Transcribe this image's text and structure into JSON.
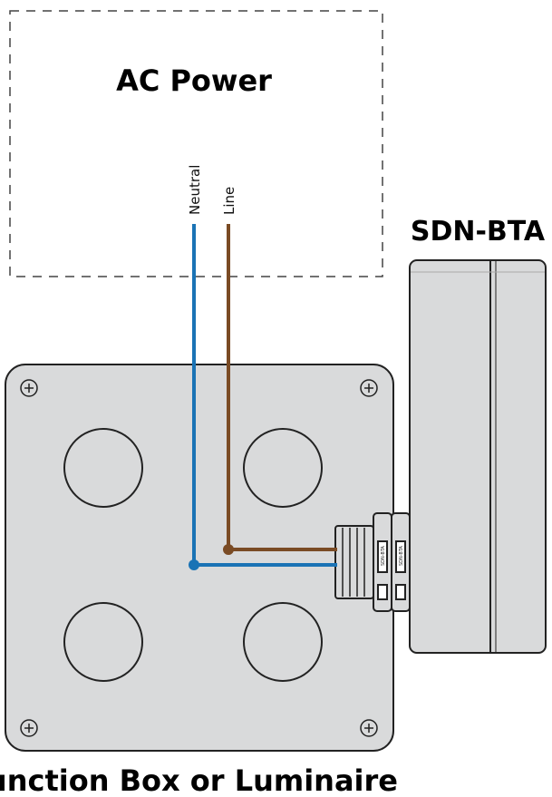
{
  "ac_power": {
    "title": "AC Power",
    "wires": {
      "neutral": {
        "label": "Neutral",
        "color": "#1a73b5"
      },
      "line": {
        "label": "Line",
        "color": "#7a4b24"
      }
    }
  },
  "device": {
    "title": "SDN-BTA",
    "connector_text": "SDN-BTA"
  },
  "junction_box": {
    "title": "Junction Box or Luminaire",
    "knockout_count": 4,
    "screw_count": 4
  },
  "colors": {
    "box_fill": "#d9dadb",
    "outline": "#222222",
    "dashed": "#444444"
  }
}
